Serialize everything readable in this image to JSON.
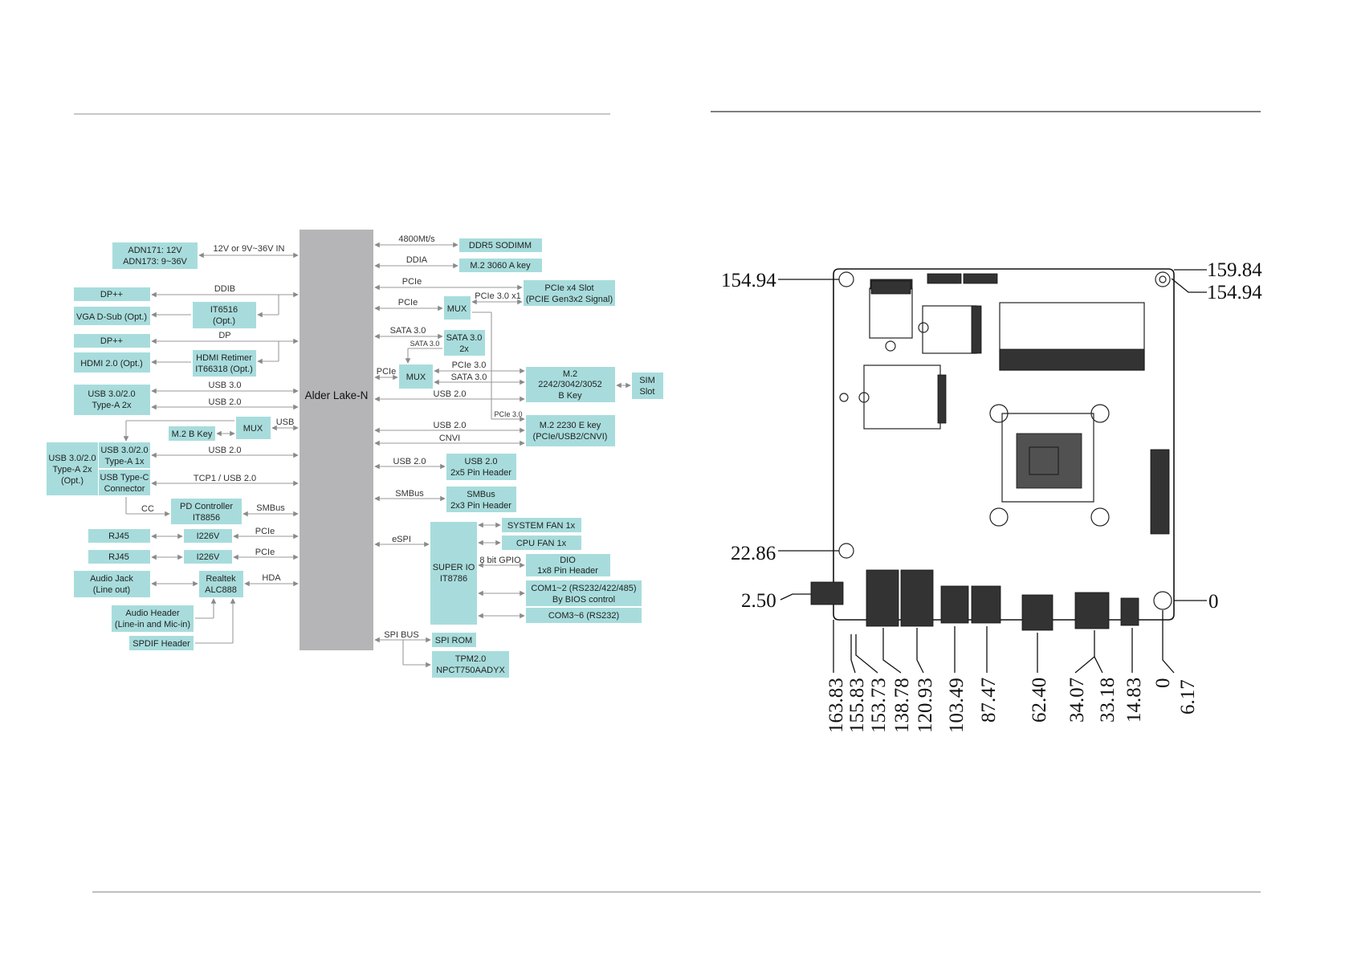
{
  "block_diagram": {
    "cpu": "Alder Lake-N",
    "left_blocks": {
      "power": [
        "ADN171: 12V",
        "ADN173: 9~36V"
      ],
      "dp1": "DP++",
      "vga": "VGA D-Sub (Opt.)",
      "it6516": [
        "IT6516",
        "(Opt.)"
      ],
      "dp2": "DP++",
      "hdmi": "HDMI 2.0 (Opt.)",
      "retimer": [
        "HDMI Retimer",
        "IT66318 (Opt.)"
      ],
      "usb_front": [
        "USB 3.0/2.0",
        "Type-A 2x"
      ],
      "m2bkey_small": "M.2 B Key",
      "mux_left": "MUX",
      "usb_outer": [
        "USB 3.0/2.0",
        "Type-A 2x",
        "(Opt.)"
      ],
      "usb_a1x": [
        "USB 3.0/2.0",
        "Type-A 1x"
      ],
      "usb_c": [
        "USB Type-C",
        "Connector"
      ],
      "pd": [
        "PD Controller",
        "IT8856"
      ],
      "rj45_1": "RJ45",
      "i226_1": "I226V",
      "rj45_2": "RJ45",
      "i226_2": "I226V",
      "audio_jack": [
        "Audio Jack",
        "(Line out)"
      ],
      "realtek": [
        "Realtek",
        "ALC888"
      ],
      "audio_header": [
        "Audio Header",
        "(Line-in and Mic-in)"
      ],
      "spdif": "SPDIF Header"
    },
    "left_labels": {
      "power": "12V or 9V~36V IN",
      "ddib": "DDIB",
      "dp": "DP",
      "usb30": "USB 3.0",
      "usb20a": "USB 2.0",
      "usb": "USB",
      "usb20b": "USB 2.0",
      "tcp": "TCP1 / USB 2.0",
      "cc": "CC",
      "smbus": "SMBus",
      "pcie1": "PCIe",
      "pcie2": "PCIe",
      "hda": "HDA"
    },
    "right_blocks": {
      "ddr5": "DDR5 SODIMM",
      "m2a": "M.2 3060 A key",
      "pcie_slot": [
        "PCIe x4 Slot",
        "(PCIE Gen3x2 Signal)"
      ],
      "mux1": "MUX",
      "sata": [
        "SATA 3.0",
        "2x"
      ],
      "mux2": "MUX",
      "m2b": [
        "M.2",
        "2242/3042/3052",
        "B Key"
      ],
      "sim": [
        "SIM",
        "Slot"
      ],
      "m2e": [
        "M.2 2230 E key",
        "(PCIe/USB2/CNVI)"
      ],
      "usb_header": [
        "USB 2.0",
        "2x5 Pin Header"
      ],
      "smbus_header": [
        "SMBus",
        "2x3 Pin Header"
      ],
      "superio": [
        "SUPER IO",
        "IT8786"
      ],
      "sysfan": "SYSTEM FAN 1x",
      "cpufan": "CPU FAN 1x",
      "dio": [
        "DIO",
        "1x8 Pin Header"
      ],
      "com12": [
        "COM1~2 (RS232/422/485)",
        "By BIOS control"
      ],
      "com36": "COM3~6 (RS232)",
      "spirom": "SPI ROM",
      "tpm": [
        "TPM2.0",
        "NPCT750AADYX"
      ]
    },
    "right_labels": {
      "mts": "4800Mt/s",
      "ddia": "DDIA",
      "pcie_a": "PCIe",
      "pcie_b": "PCIe",
      "pcie3x1": "PCIe 3.0 x1",
      "sata30": "SATA 3.0",
      "sata30b": "SATA 3.0",
      "pcie_c": "PCIe",
      "pcie30": "PCIe 3.0",
      "sata30c": "SATA 3.0",
      "usb20c": "USB 2.0",
      "pcie30b": "PCIe 3.0",
      "usb20d": "USB 2.0",
      "cnvi": "CNVI",
      "usb20e": "USB 2.0",
      "smbus2": "SMBus",
      "espi": "eSPI",
      "gpio": "8 bit GPIO",
      "spibus": "SPI BUS"
    }
  },
  "mechanical": {
    "top_left": "154.94",
    "top_right_a": "159.84",
    "top_right_b": "154.94",
    "left_mid": "22.86",
    "left_low": "2.50",
    "right_zero": "0",
    "bottom": [
      "163.83",
      "155.83",
      "153.73",
      "138.78",
      "120.93",
      "103.49",
      "87.47",
      "62.40",
      "34.07",
      "33.18",
      "14.83",
      "0",
      "6.17"
    ]
  }
}
